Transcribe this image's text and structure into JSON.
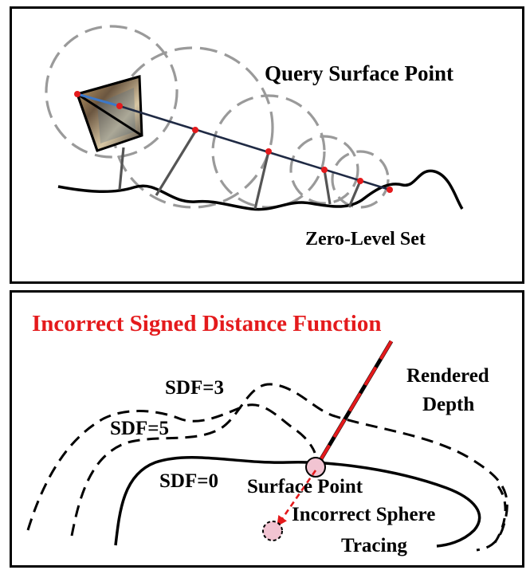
{
  "top_panel": {
    "title": "Query Surface Point",
    "surface_label": "Zero-Level Set"
  },
  "bottom_panel": {
    "title": "Incorrect Signed Distance Function",
    "sdf_labels": [
      "SDF=3",
      "SDF=5",
      "SDF=0"
    ],
    "rendered_depth_line1": "Rendered",
    "rendered_depth_line2": "Depth",
    "surface_point": "Surface Point",
    "incorrect_line1": "Incorrect Sphere",
    "incorrect_line2": "Tracing"
  },
  "colors": {
    "ray_red": "#e41a1c",
    "ray_navy": "#1f2a44",
    "sphere_gray": "#9a9a9a",
    "marker_pink": "#f2c4d2"
  }
}
